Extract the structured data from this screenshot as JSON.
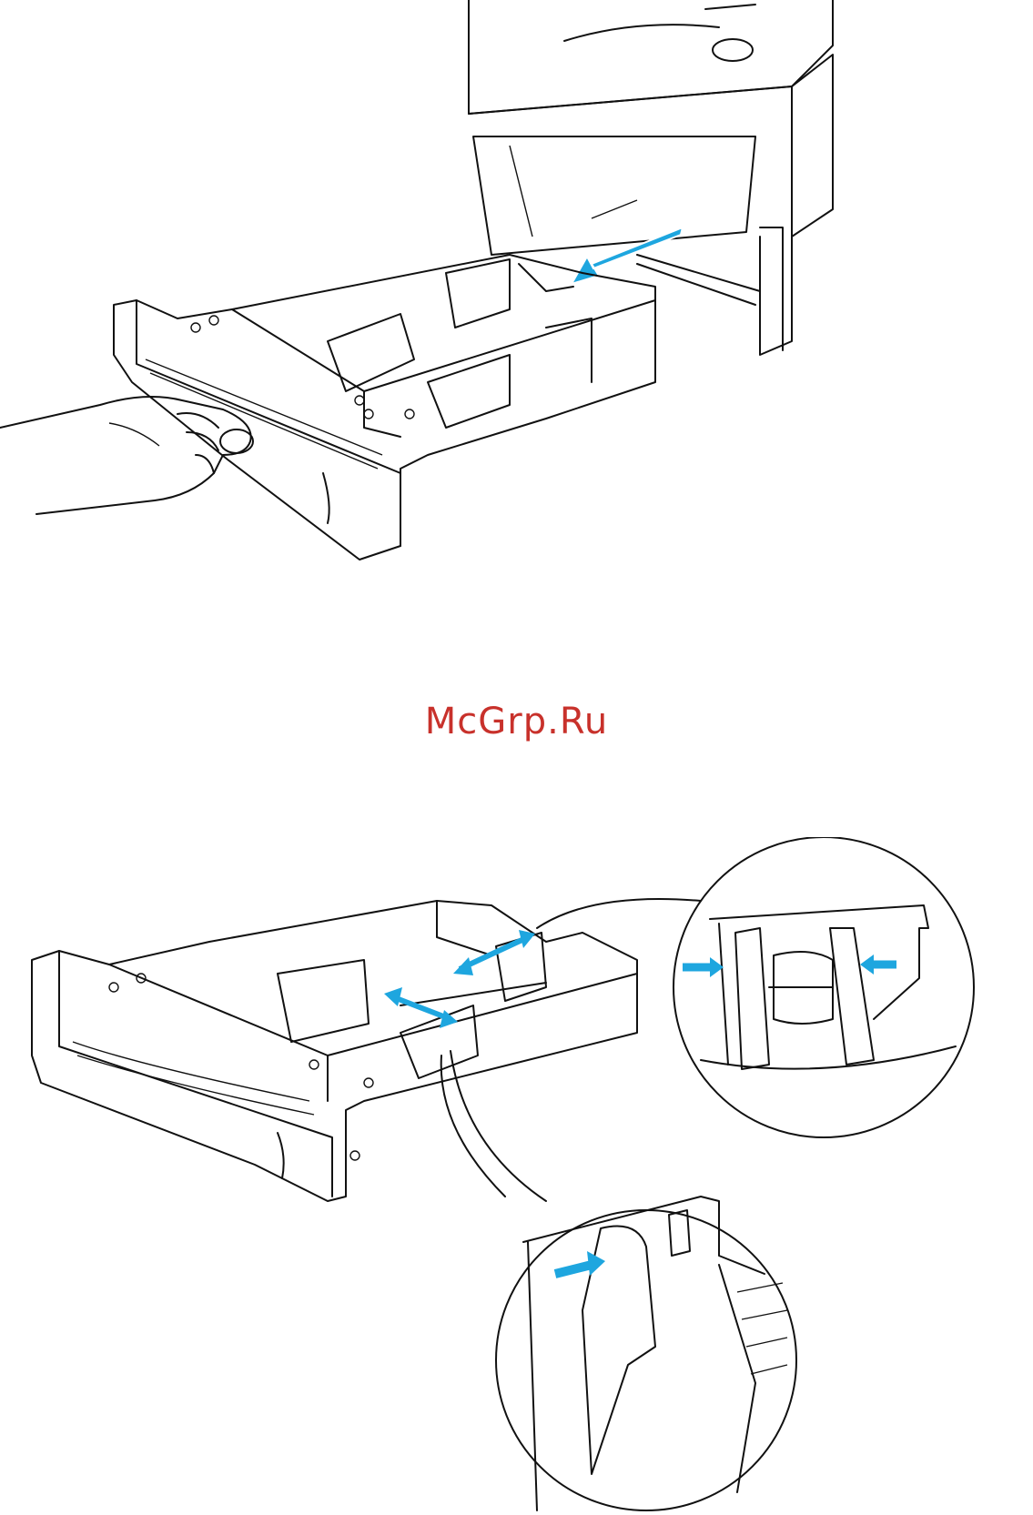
{
  "watermark": {
    "text": "McGrp.Ru"
  },
  "colors": {
    "tray_blue": "#8fd3ec",
    "arrow_blue": "#1ea6df",
    "watermark_red": "#c8312b"
  },
  "figures": [
    {
      "name": "pull-out-paper-tray",
      "icons": [
        "printer-icon",
        "paper-tray-icon",
        "hand-icon",
        "pull-arrow-icon"
      ]
    },
    {
      "name": "adjust-paper-guides",
      "icons": [
        "paper-tray-icon",
        "guide-arrow-icon",
        "magnifier-circle-icon"
      ]
    }
  ]
}
